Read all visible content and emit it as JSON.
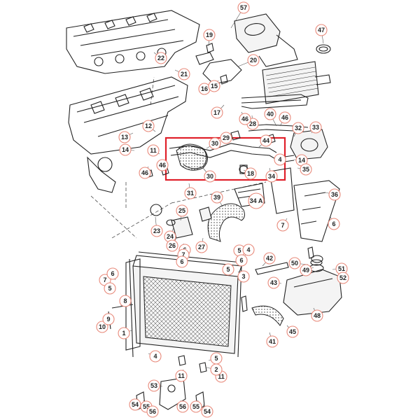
{
  "colors": {
    "callout_ring": "#e8897a",
    "highlight": "#e0202a",
    "line": "#222222"
  },
  "callouts": [
    {
      "id": "c57",
      "text": "57"
    },
    {
      "id": "c47",
      "text": "47"
    },
    {
      "id": "c19",
      "text": "19"
    },
    {
      "id": "c22",
      "text": "22"
    },
    {
      "id": "c21",
      "text": "21"
    },
    {
      "id": "c20",
      "text": "20"
    },
    {
      "id": "c16",
      "text": "16"
    },
    {
      "id": "c15",
      "text": "15"
    },
    {
      "id": "c17",
      "text": "17"
    },
    {
      "id": "c28",
      "text": "28"
    },
    {
      "id": "c40",
      "text": "40"
    },
    {
      "id": "c46a",
      "text": "46"
    },
    {
      "id": "c46b",
      "text": "46"
    },
    {
      "id": "c32",
      "text": "32"
    },
    {
      "id": "c33",
      "text": "33"
    },
    {
      "id": "c12",
      "text": "12"
    },
    {
      "id": "c29",
      "text": "29"
    },
    {
      "id": "c13",
      "text": "13"
    },
    {
      "id": "c30a",
      "text": "30"
    },
    {
      "id": "c44",
      "text": "44"
    },
    {
      "id": "c14a",
      "text": "14"
    },
    {
      "id": "c14b",
      "text": "14"
    },
    {
      "id": "c11a",
      "text": "11"
    },
    {
      "id": "c4a",
      "text": "4"
    },
    {
      "id": "c35",
      "text": "35"
    },
    {
      "id": "c46c",
      "text": "46"
    },
    {
      "id": "c46d",
      "text": "46"
    },
    {
      "id": "c30b",
      "text": "30"
    },
    {
      "id": "c18",
      "text": "18"
    },
    {
      "id": "c34",
      "text": "34"
    },
    {
      "id": "c31",
      "text": "31"
    },
    {
      "id": "c39",
      "text": "39"
    },
    {
      "id": "c34a",
      "text": "34 A"
    },
    {
      "id": "c36",
      "text": "36"
    },
    {
      "id": "c25",
      "text": "25"
    },
    {
      "id": "c23",
      "text": "23"
    },
    {
      "id": "c24",
      "text": "24"
    },
    {
      "id": "c26",
      "text": "26"
    },
    {
      "id": "c27",
      "text": "27"
    },
    {
      "id": "c6a",
      "text": "6"
    },
    {
      "id": "c7a",
      "text": "7"
    },
    {
      "id": "c6b",
      "text": "6"
    },
    {
      "id": "c5a",
      "text": "5"
    },
    {
      "id": "c4b",
      "text": "4"
    },
    {
      "id": "c6c",
      "text": "6"
    },
    {
      "id": "c5b",
      "text": "5"
    },
    {
      "id": "c6d",
      "text": "6"
    },
    {
      "id": "c7b",
      "text": "7"
    },
    {
      "id": "c3",
      "text": "3"
    },
    {
      "id": "c42",
      "text": "42"
    },
    {
      "id": "c50",
      "text": "50"
    },
    {
      "id": "c49",
      "text": "49"
    },
    {
      "id": "c51",
      "text": "51"
    },
    {
      "id": "c52",
      "text": "52"
    },
    {
      "id": "c43",
      "text": "43"
    },
    {
      "id": "c48",
      "text": "48"
    },
    {
      "id": "c7c",
      "text": "7"
    },
    {
      "id": "c6e",
      "text": "6"
    },
    {
      "id": "c5c",
      "text": "5"
    },
    {
      "id": "c8",
      "text": "8"
    },
    {
      "id": "c10",
      "text": "10"
    },
    {
      "id": "c9",
      "text": "9"
    },
    {
      "id": "c1",
      "text": "1"
    },
    {
      "id": "c11b",
      "text": "11"
    },
    {
      "id": "c45",
      "text": "45"
    },
    {
      "id": "c41",
      "text": "41"
    },
    {
      "id": "c4c",
      "text": "4"
    },
    {
      "id": "c5d",
      "text": "5"
    },
    {
      "id": "c2",
      "text": "2"
    },
    {
      "id": "c11c",
      "text": "11"
    },
    {
      "id": "c53",
      "text": "53"
    },
    {
      "id": "c54a",
      "text": "54"
    },
    {
      "id": "c55a",
      "text": "55"
    },
    {
      "id": "c56a",
      "text": "56"
    },
    {
      "id": "c56b",
      "text": "56"
    },
    {
      "id": "c55b",
      "text": "55"
    },
    {
      "id": "c54b",
      "text": "54"
    }
  ]
}
